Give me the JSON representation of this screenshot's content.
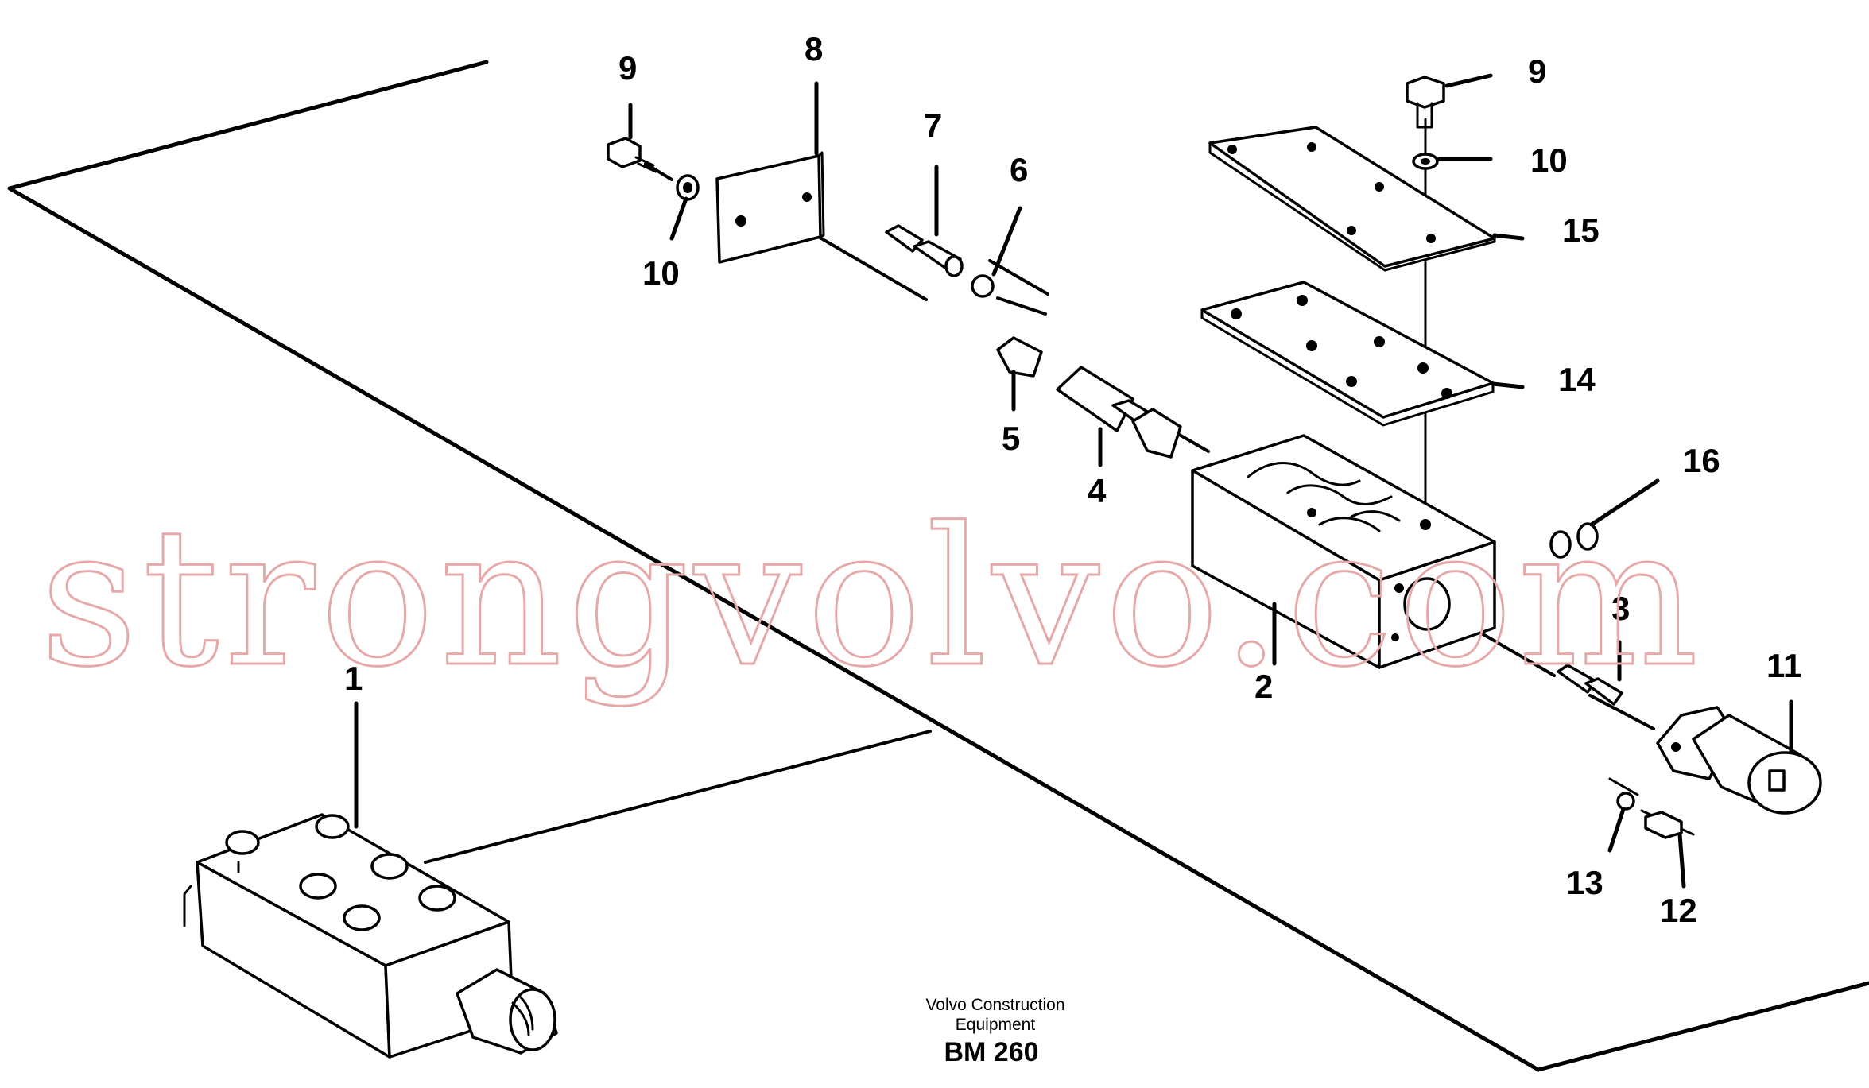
{
  "diagram": {
    "callouts": [
      {
        "id": "c9a",
        "text": "9"
      },
      {
        "id": "c8",
        "text": "8"
      },
      {
        "id": "c10a",
        "text": "10"
      },
      {
        "id": "c7",
        "text": "7"
      },
      {
        "id": "c6",
        "text": "6"
      },
      {
        "id": "c5",
        "text": "5"
      },
      {
        "id": "c4",
        "text": "4"
      },
      {
        "id": "c9b",
        "text": "9"
      },
      {
        "id": "c10b",
        "text": "10"
      },
      {
        "id": "c15",
        "text": "15"
      },
      {
        "id": "c14",
        "text": "14"
      },
      {
        "id": "c16",
        "text": "16"
      },
      {
        "id": "c3",
        "text": "3"
      },
      {
        "id": "c2",
        "text": "2"
      },
      {
        "id": "c11",
        "text": "11"
      },
      {
        "id": "c13",
        "text": "13"
      },
      {
        "id": "c12",
        "text": "12"
      },
      {
        "id": "c1",
        "text": "1"
      }
    ],
    "caption": {
      "line1": "Volvo Construction",
      "line2": "Equipment",
      "code": "BM 260"
    },
    "watermark": "strongvolvo.com"
  }
}
